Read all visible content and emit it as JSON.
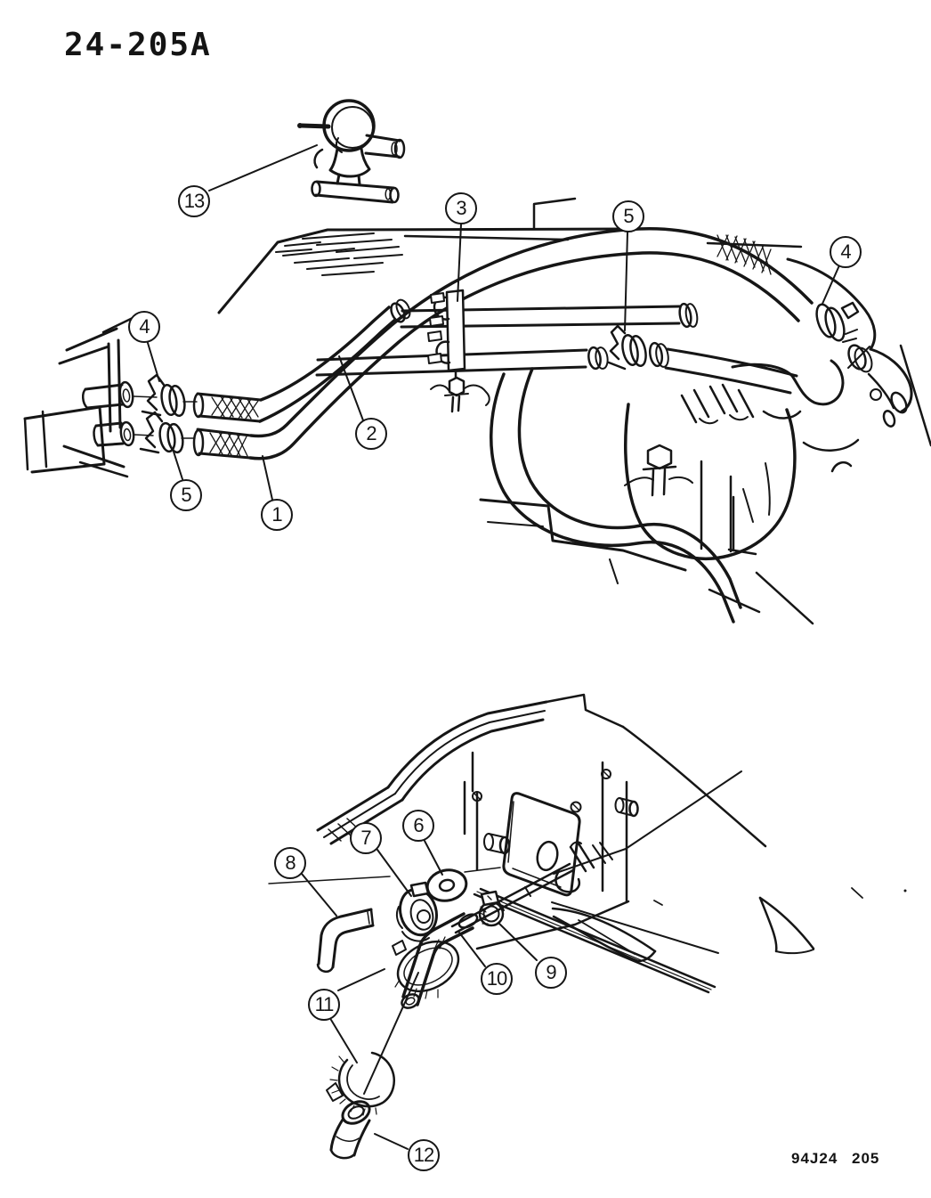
{
  "document": {
    "figure_code": "24-205A",
    "plate_code": "94J24 205"
  },
  "callouts": [
    {
      "id": "c13",
      "label": "13"
    },
    {
      "id": "c3",
      "label": "3"
    },
    {
      "id": "c5-mid",
      "label": "5"
    },
    {
      "id": "c4-right",
      "label": "4"
    },
    {
      "id": "c4-left",
      "label": "4"
    },
    {
      "id": "c5-left",
      "label": "5"
    },
    {
      "id": "c2",
      "label": "2"
    },
    {
      "id": "c1",
      "label": "1"
    },
    {
      "id": "c8",
      "label": "8"
    },
    {
      "id": "c7",
      "label": "7"
    },
    {
      "id": "c6",
      "label": "6"
    },
    {
      "id": "c10",
      "label": "10"
    },
    {
      "id": "c9",
      "label": "9"
    },
    {
      "id": "c11",
      "label": "11"
    },
    {
      "id": "c12",
      "label": "12"
    }
  ]
}
